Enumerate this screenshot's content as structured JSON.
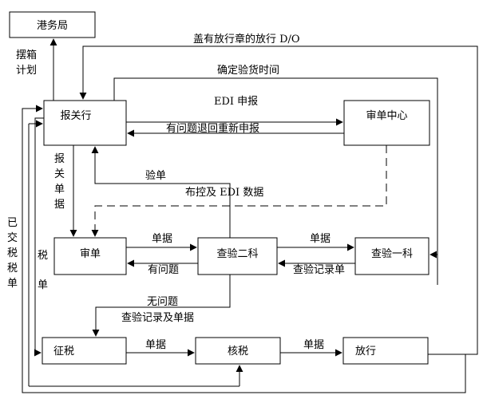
{
  "nodes": {
    "port_bureau": "港务局",
    "customs_broker": "报关行",
    "review_center": "审单中心",
    "review": "审单",
    "inspection_2": "查验二科",
    "inspection_1": "查验一科",
    "tax_collection": "征税",
    "tax_verification": "核税",
    "release": "放行"
  },
  "edges": {
    "stamp_release_do": "盖有放行章的放行 D/O",
    "confirm_time": "确定验货时间",
    "edi_declare": "EDI 申报",
    "return_redeclare": "有问题退回重新申报",
    "inspect_doc": "验单",
    "control_edi": "布控及 EDI 数据",
    "docs_review_to_insp2": "单据",
    "has_issue": "有问题",
    "docs_insp2_to_insp1": "单据",
    "inspection_record_doc": "查验记录单",
    "no_issue": "无问题",
    "inspection_record_and_docs": "查验记录及单据",
    "docs_tax_to_verify": "单据",
    "docs_verify_to_release": "单据"
  },
  "vertical_labels": {
    "stacking_plan": [
      "摆箱",
      "计划"
    ],
    "declaration_docs": [
      "报",
      "关",
      "单",
      "据"
    ],
    "paid_tax_bill": [
      "已",
      "交",
      "税",
      "税",
      "单"
    ],
    "tax_bill": [
      "税",
      "单"
    ]
  }
}
